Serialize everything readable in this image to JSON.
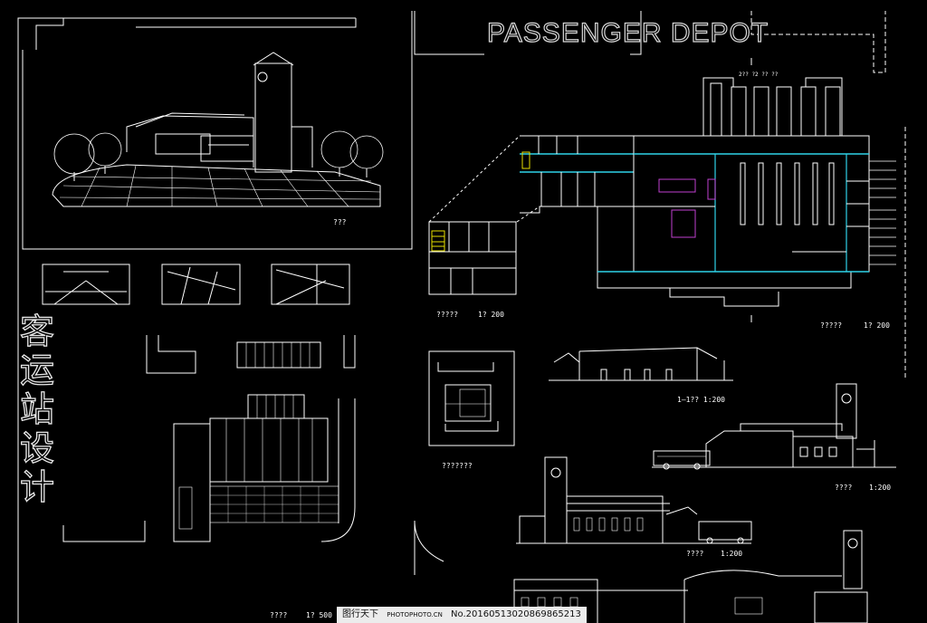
{
  "sheet": {
    "title": "PASSENGER DEPOT",
    "vertical_title": [
      "客",
      "运",
      "站",
      "设",
      "计"
    ]
  },
  "labels": {
    "perspective": "???",
    "top_hall_dims": "2?? ?2    ?? ??",
    "floor_plan_left_name": "?????",
    "floor_plan_left_scale": "1? 200",
    "floor_plan_main_name": "?????",
    "floor_plan_main_scale": "1? 200",
    "location_plan": "???????",
    "section": "1—1??    1:200",
    "elevation_1_name": "????",
    "elevation_1_scale": "1:200",
    "elevation_2_name": "????",
    "elevation_2_scale": "1:200",
    "site_plan_name": "????",
    "site_plan_scale": "1? 500"
  },
  "watermark": {
    "site": "图行天下",
    "photo_mark": "PHOTOPHOTO.CN",
    "number": "No.20160513020869865213"
  },
  "colors": {
    "line": "#ffffff",
    "accent_cyan": "#2fd3e8",
    "accent_magenta": "#c040d0",
    "accent_yellow": "#e8e000",
    "background": "#000000"
  }
}
